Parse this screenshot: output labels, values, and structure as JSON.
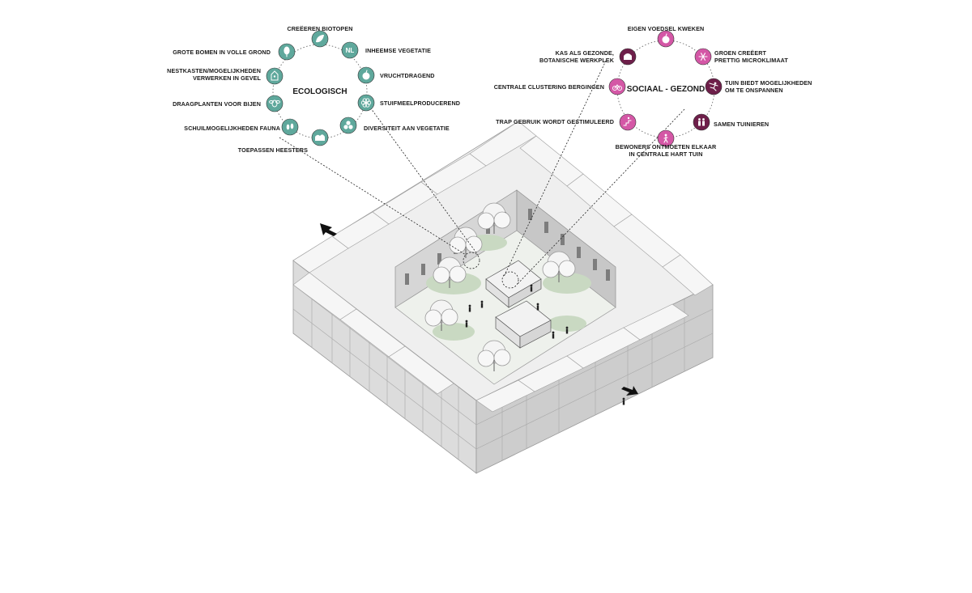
{
  "colors": {
    "ecological": "#5fa89c",
    "social_light": "#d457a6",
    "social_dark": "#6e1f4a",
    "building_top": "#ececec",
    "building_left": "#dedede",
    "building_right": "#cfcfcf",
    "courtyard_green": "#c9d9c2",
    "line": "#333333"
  },
  "ecological": {
    "title": "ECOLOGISCH",
    "items": [
      {
        "label": "CREËEREN BIOTOPEN",
        "icon": "leaf-icon"
      },
      {
        "label": "INHEEMSE VEGETATIE",
        "icon": "nl-badge-icon",
        "badge": "NL"
      },
      {
        "label": "VRUCHTDRAGEND",
        "icon": "apple-icon"
      },
      {
        "label": "STUIFMEELPRODUCEREND",
        "icon": "flower-icon"
      },
      {
        "label": "DIVERSITEIT AAN VEGETATIE",
        "icon": "shrubs-icon"
      },
      {
        "label": "TOEPASSEN HEESTERS",
        "icon": "hedge-icon"
      },
      {
        "label": "SCHUILMOGELIJKHEDEN FAUNA",
        "icon": "footprints-icon"
      },
      {
        "label": "DRAAGPLANTEN VOOR BIJEN",
        "icon": "bee-icon"
      },
      {
        "label": "NESTKASTEN/MOGELIJKHEDEN",
        "label2": "VERWERKEN IN GEVEL",
        "icon": "birdhouse-icon"
      },
      {
        "label": "GROTE BOMEN IN VOLLE GROND",
        "icon": "tree-icon"
      }
    ]
  },
  "social": {
    "title": "SOCIAAL - GEZOND",
    "items": [
      {
        "label": "EIGEN VOEDSEL KWEKEN",
        "icon": "apple-icon",
        "tone": "light"
      },
      {
        "label": "GROEN CREËERT",
        "label2": "PRETTIG MICROKLIMAAT",
        "icon": "snowflake-icon",
        "tone": "light"
      },
      {
        "label": "TUIN BIEDT MOGELIJKHEDEN",
        "label2": "OM TE ONSPANNEN",
        "icon": "relax-icon",
        "tone": "dark"
      },
      {
        "label": "SAMEN TUINIEREN",
        "icon": "people-icon",
        "tone": "dark"
      },
      {
        "label": "BEWONERS ONTMOETEN ELKAAR",
        "label2": "IN CENTRALE HART TUIN",
        "icon": "walker-icon",
        "tone": "light"
      },
      {
        "label": "TRAP GEBRUIK WORDT GESTIMULEERD",
        "icon": "stairs-icon",
        "tone": "light"
      },
      {
        "label": "CENTRALE CLUSTERING BERGINGEN",
        "icon": "bicycle-icon",
        "tone": "light"
      },
      {
        "label": "KAS ALS GEZONDE,",
        "label2": "BOTANISCHE WERKPLEK",
        "icon": "greenhouse-icon",
        "tone": "dark"
      }
    ]
  }
}
